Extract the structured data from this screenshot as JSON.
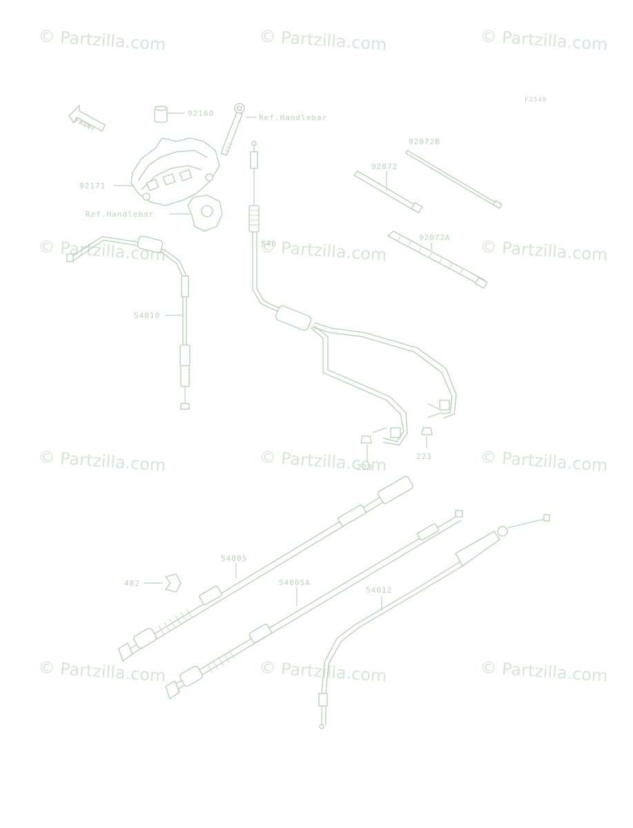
{
  "diagram_code": "F2540",
  "watermark_text": "© Partzilla.com",
  "front_label": "FRONT",
  "labels": {
    "p92160": "92160",
    "ref_handlebar_top": "Ref.Handlebar",
    "p92171": "92171",
    "ref_handlebar_mid": "Ref.Handlebar",
    "p54010": "54010",
    "p540xx": "540",
    "p92072B": "92072B",
    "p92072": "92072",
    "p92072A": "92072A",
    "p223_a": "223",
    "p223_b": "223",
    "p54005": "54005",
    "p482": "482",
    "p54005A": "54005A",
    "p54012": "54012"
  },
  "colors": {
    "line": "#b9d3b9",
    "watermark": "#d6e6d6",
    "background": "#ffffff"
  }
}
